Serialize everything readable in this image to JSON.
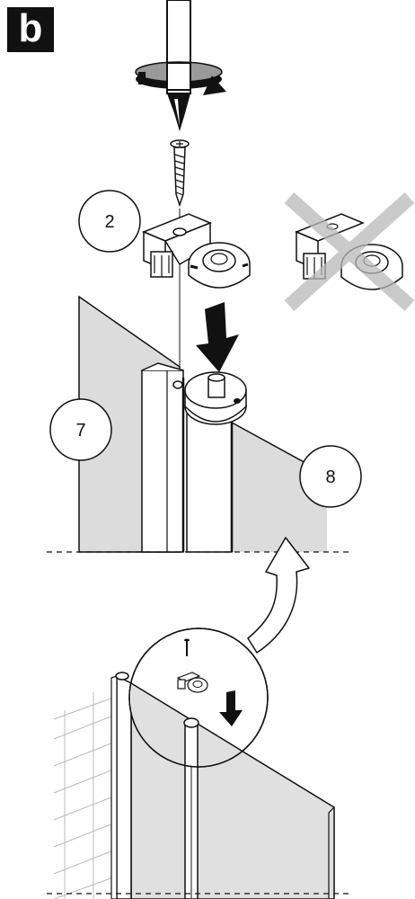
{
  "step_label": "b",
  "callouts": {
    "part_2": "2",
    "part_7": "7",
    "part_8": "8"
  },
  "icons": {
    "tool": "screwdriver-icon",
    "rotation": "rotate-clockwise-icon",
    "push": "down-arrow-icon",
    "wrong": "cross-mark-icon",
    "pointer": "curved-arrow-icon"
  },
  "colors": {
    "panel_gray": "#dcdcdc",
    "glass_gray": "#e0e0e0",
    "tile_lines": "#bbbbbb",
    "cross_gray": "#b9b9b9",
    "ink": "#111111"
  }
}
